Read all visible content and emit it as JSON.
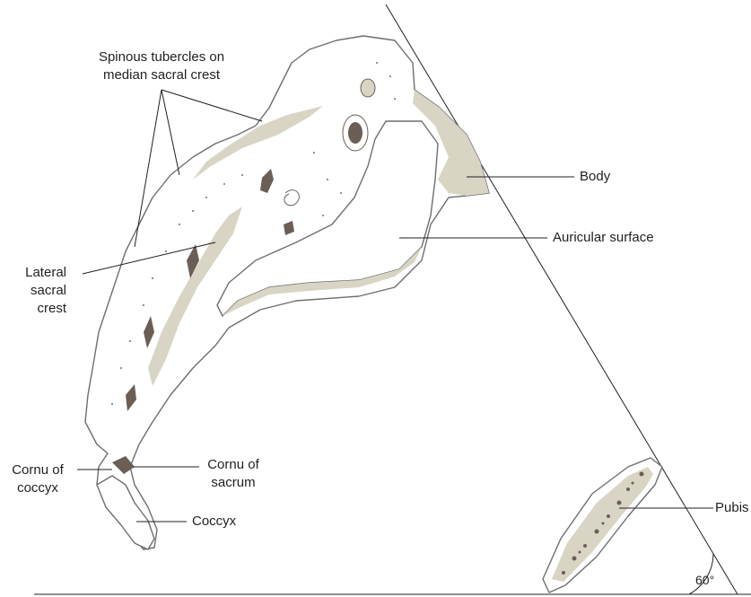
{
  "labels": {
    "spinous_line1": "Spinous tubercles on",
    "spinous_line2": "median sacral crest",
    "lateral_line1": "Lateral",
    "lateral_line2": "sacral",
    "lateral_line3": "crest",
    "cornu_coccyx_line1": "Cornu of",
    "cornu_coccyx_line2": "coccyx",
    "cornu_sacrum_line1": "Cornu of",
    "cornu_sacrum_line2": "sacrum",
    "coccyx": "Coccyx",
    "body": "Body",
    "auricular": "Auricular surface",
    "pubis": "Pubis",
    "angle": "60°"
  },
  "colors": {
    "bone_fill": "#ffffff",
    "bone_outline": "#6d6e71",
    "shading": "#d8d5c4",
    "dark_detail": "#6b5e55",
    "line": "#231f20",
    "text": "#231f20"
  }
}
